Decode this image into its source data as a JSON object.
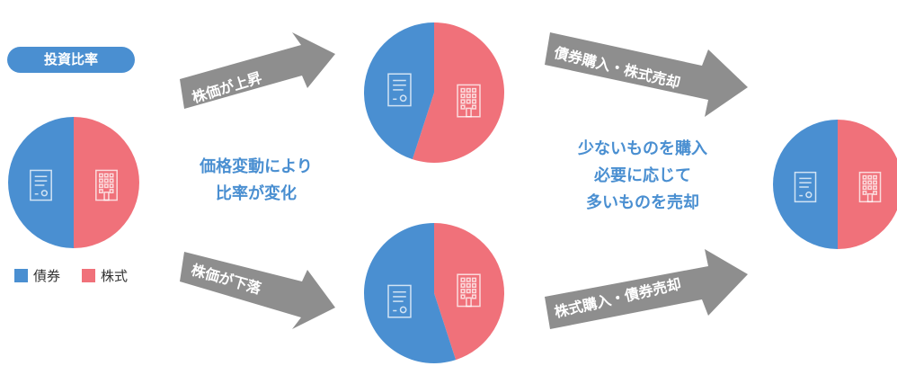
{
  "colors": {
    "bond": "#4a8fd1",
    "stock": "#f0717a",
    "arrow": "#8e8e8e",
    "text_blue": "#4a8fd1"
  },
  "badge": "投資比率",
  "legend": [
    {
      "label": "債券",
      "color": "#4a8fd1"
    },
    {
      "label": "株式",
      "color": "#f0717a"
    }
  ],
  "center_left": [
    "価格変動により",
    "比率が変化"
  ],
  "center_right": [
    "少ないものを購入",
    "必要に応じて",
    "多いものを売却"
  ],
  "arrows": {
    "up": "株価が上昇",
    "down": "株価が下落",
    "rebalance_top": "債券購入・株式売却",
    "rebalance_bottom": "株式購入・債券売却"
  },
  "icons": [
    "document-icon",
    "building-icon"
  ],
  "chart_data": [
    {
      "type": "pie",
      "categories": [
        "債券",
        "株式"
      ],
      "values": [
        50,
        50
      ]
    },
    {
      "type": "pie",
      "categories": [
        "債券",
        "株式"
      ],
      "values": [
        45,
        55
      ]
    },
    {
      "type": "pie",
      "categories": [
        "債券",
        "株式"
      ],
      "values": [
        55,
        45
      ]
    },
    {
      "type": "pie",
      "categories": [
        "債券",
        "株式"
      ],
      "values": [
        50,
        50
      ]
    }
  ]
}
